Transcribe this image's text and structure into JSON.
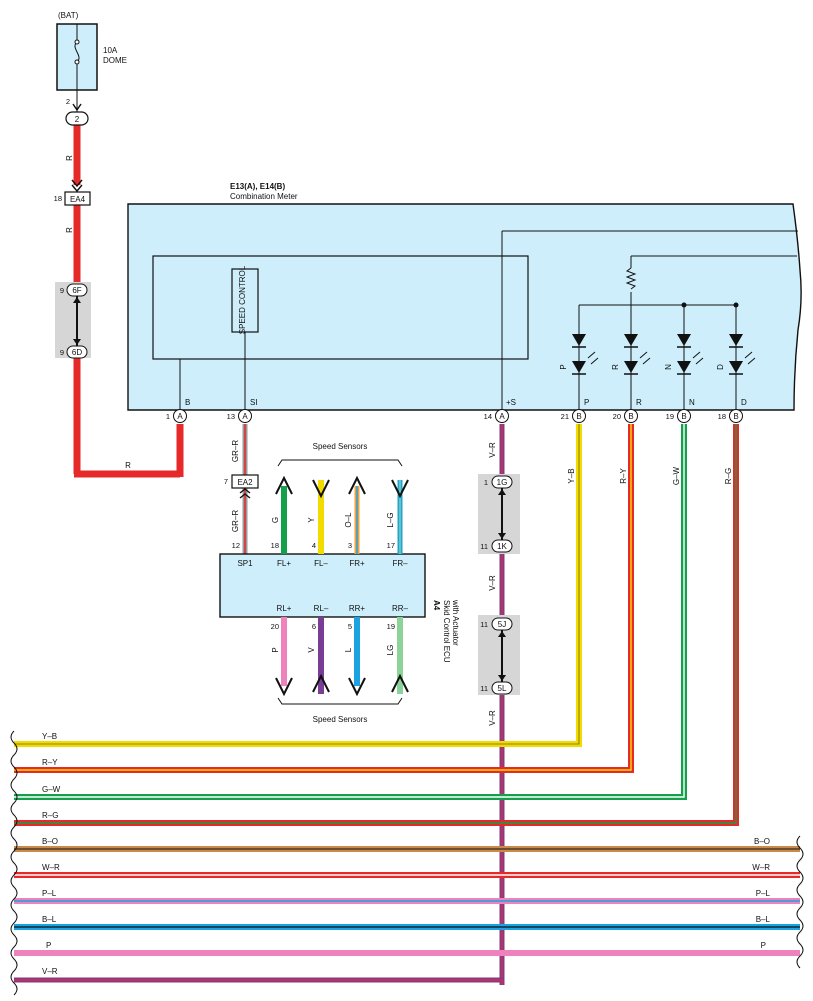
{
  "power": {
    "source": "(BAT)",
    "fuse_amps": "10A",
    "fuse_name": "DOME"
  },
  "meter": {
    "connectors": "E13(A), E14(B)",
    "name": "Combination Meter",
    "inner_label": "SPEED CONTROL"
  },
  "meter_pins": [
    {
      "num": "1",
      "conn": "A",
      "name": "B"
    },
    {
      "num": "13",
      "conn": "A",
      "name": "SI"
    },
    {
      "num": "14",
      "conn": "A",
      "name": "+S"
    },
    {
      "num": "21",
      "conn": "B",
      "name": "P"
    },
    {
      "num": "20",
      "conn": "B",
      "name": "R"
    },
    {
      "num": "19",
      "conn": "B",
      "name": "N"
    },
    {
      "num": "18",
      "conn": "B",
      "name": "D"
    }
  ],
  "indicators": [
    "P",
    "R",
    "N",
    "D"
  ],
  "junctions": [
    {
      "num": "2",
      "id": "2"
    },
    {
      "num": "18",
      "id": "EA4"
    },
    {
      "num": "9",
      "id": "6F"
    },
    {
      "num": "9",
      "id": "6D"
    },
    {
      "num": "7",
      "id": "EA2"
    },
    {
      "num": "1",
      "id": "1G"
    },
    {
      "num": "11",
      "id": "1K"
    },
    {
      "num": "11",
      "id": "5J"
    },
    {
      "num": "11",
      "id": "5L"
    }
  ],
  "ecu": {
    "id": "A4",
    "line1": "Skid Control ECU",
    "line2": "with Actuator",
    "sensors_top": "Speed Sensors",
    "sensors_bottom": "Speed Sensors"
  },
  "ecu_top_pins": [
    {
      "num": "12",
      "name": "SP1",
      "wire": "GR–R"
    },
    {
      "num": "18",
      "name": "FL+",
      "wire": "G"
    },
    {
      "num": "4",
      "name": "FL–",
      "wire": "Y"
    },
    {
      "num": "3",
      "name": "FR+",
      "wire": "O–L"
    },
    {
      "num": "17",
      "name": "FR–",
      "wire": "L–G"
    }
  ],
  "ecu_bottom_pins": [
    {
      "num": "20",
      "name": "RL+",
      "wire": "P"
    },
    {
      "num": "6",
      "name": "RL–",
      "wire": "V"
    },
    {
      "num": "5",
      "name": "RR+",
      "wire": "L"
    },
    {
      "num": "19",
      "name": "RR–",
      "wire": "LG"
    }
  ],
  "wire_labels": {
    "bat_1": "R",
    "bat_2": "R",
    "bat_3": "R",
    "si_1": "GR–R",
    "si_2": "GR–R",
    "s_1": "V–R",
    "s_2": "V–R",
    "s_3": "V–R",
    "p": "Y–B",
    "r": "R–Y",
    "n": "G–W",
    "d": "R–G"
  },
  "bus": [
    {
      "left": "Y–B",
      "right": "",
      "color": "#f2dc00"
    },
    {
      "left": "R–Y",
      "right": "",
      "color": "#e62a2a"
    },
    {
      "left": "G–W",
      "right": "",
      "color": "#14a04a"
    },
    {
      "left": "R–G",
      "right": "",
      "color": "#e62a2a"
    },
    {
      "left": "B–O",
      "right": "B–O",
      "color": "#c98a4a"
    },
    {
      "left": "W–R",
      "right": "W–R",
      "color": "#e62a2a"
    },
    {
      "left": "P–L",
      "right": "P–L",
      "color": "#ee82bd"
    },
    {
      "left": "B–L",
      "right": "B–L",
      "color": "#1aa3e0"
    },
    {
      "left": "P",
      "right": "P",
      "color": "#ee82bd"
    },
    {
      "left": "V–R",
      "right": "",
      "color": "#7a3d96"
    }
  ],
  "colors": {
    "meter_fill": "#cdeefa",
    "junction_gray": "#d6d6d6",
    "red": "#e62a2a",
    "yellow": "#f2dc00",
    "green": "#14a04a",
    "violet": "#7a3d96",
    "orange": "#f0a040",
    "blue": "#1aa3e0",
    "pink": "#ee82bd",
    "lightgreen": "#8cd39a"
  }
}
